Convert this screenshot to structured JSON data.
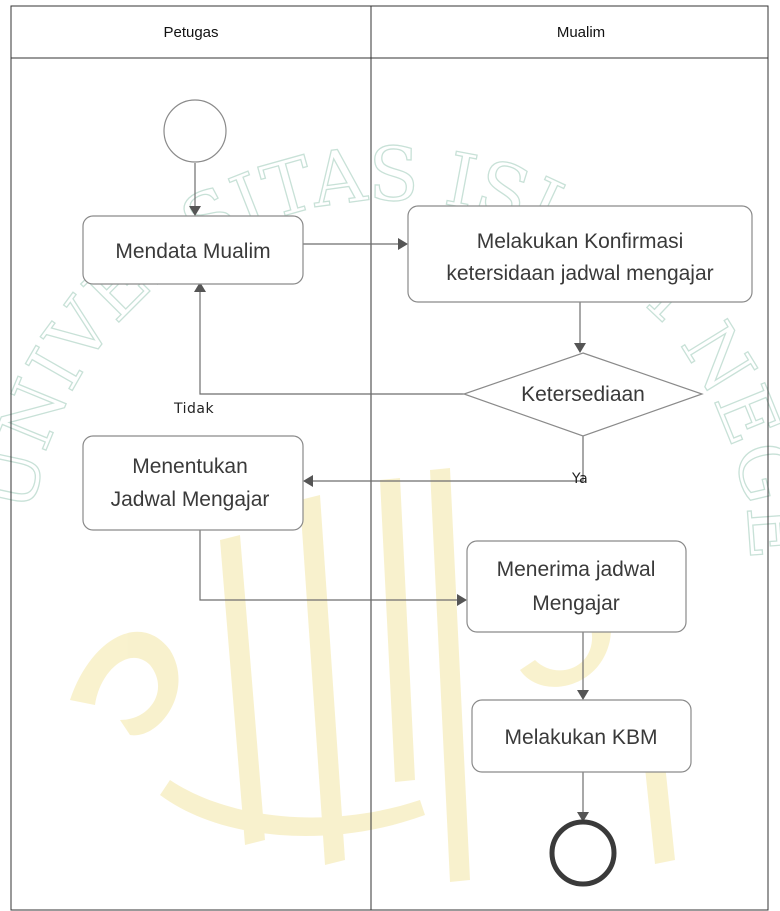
{
  "swimlanes": [
    {
      "id": "petugas",
      "title": "Petugas"
    },
    {
      "id": "mualim",
      "title": "Mualim"
    }
  ],
  "nodes": {
    "mendata": {
      "lines": [
        "Mendata Mualim"
      ]
    },
    "konfirmasi": {
      "lines": [
        "Melakukan Konfirmasi",
        "ketersidaan jadwal mengajar"
      ]
    },
    "ketersediaan": {
      "lines": [
        "Ketersediaan"
      ]
    },
    "menentukan": {
      "lines": [
        "Menentukan",
        "Jadwal Mengajar"
      ]
    },
    "menerima": {
      "lines": [
        "Menerima jadwal",
        "Mengajar"
      ]
    },
    "kbm": {
      "lines": [
        "Melakukan KBM"
      ]
    }
  },
  "edge_labels": {
    "tidak": "Tidak",
    "ya": "Ya"
  },
  "watermark": {
    "text": "UNIVERSITAS ISLAM NEGERI MAULANA MALIK IBRAHIM",
    "colors": {
      "ring": "#9cc9b8",
      "calligraphy": "#f4e7a6"
    }
  },
  "colors": {
    "box_stroke": "#8a8a8a",
    "edge": "#6e6e6e",
    "end_node": "#3a3a3a"
  }
}
